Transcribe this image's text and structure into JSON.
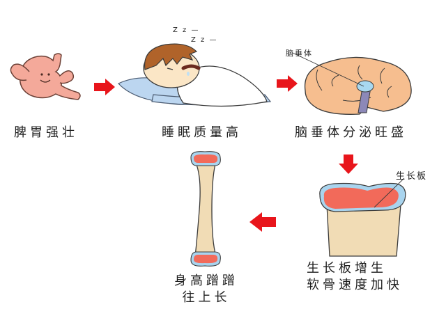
{
  "steps": [
    {
      "id": "stomach",
      "label": "脾胃强壮"
    },
    {
      "id": "sleep",
      "label": "睡眠质量高",
      "snore": [
        "Z z —",
        "Z z —"
      ]
    },
    {
      "id": "pituitary",
      "label": "脑垂体分泌旺盛",
      "callout": "脑垂体"
    },
    {
      "id": "growth-plate",
      "label_line1": "生长板增生",
      "label_line2": "软骨速度加快",
      "callout": "生长板"
    },
    {
      "id": "bone",
      "label_line1": "身高蹭蹭",
      "label_line2": "往上长"
    }
  ],
  "colors": {
    "arrow": "#e8151b",
    "stomach": "#f4a99a",
    "brain": "#f6be8f",
    "pituitary": "#a8d8f0",
    "stalk": "#8c88b8",
    "cartilage": "#f26a5a",
    "plate": "#a9d4ee",
    "bone": "#f1dcb5",
    "hair": "#b0632a",
    "pillow": "#bcd6f0"
  }
}
